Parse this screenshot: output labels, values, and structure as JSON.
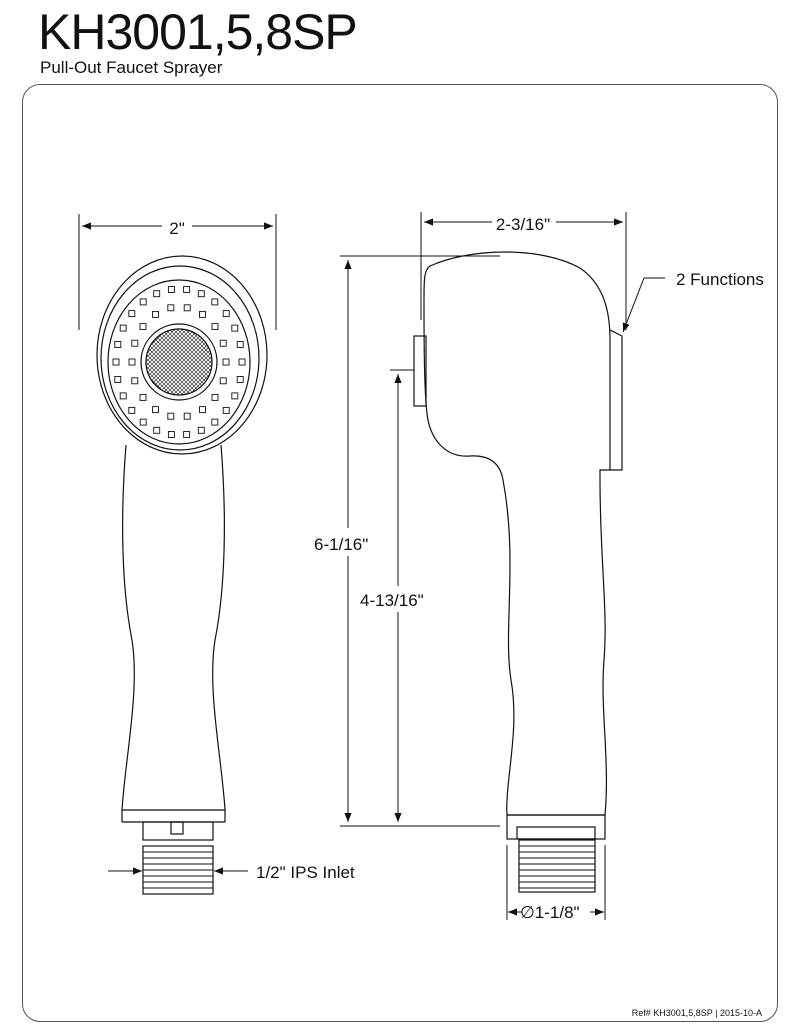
{
  "header": {
    "model": "KH3001,5,8SP",
    "product": "Pull-Out Faucet Sprayer"
  },
  "dimensions": {
    "front_width": "2\"",
    "side_width": "2-3/16\"",
    "overall_height": "6-1/16\"",
    "body_height": "4-13/16\"",
    "inlet": "1/2\" IPS Inlet",
    "base_diameter": "∅1-1/8\"",
    "functions": "2 Functions"
  },
  "footer": {
    "reference": "Ref# KH3001,5,8SP",
    "separator": "|",
    "revision": "2015-10-A"
  }
}
